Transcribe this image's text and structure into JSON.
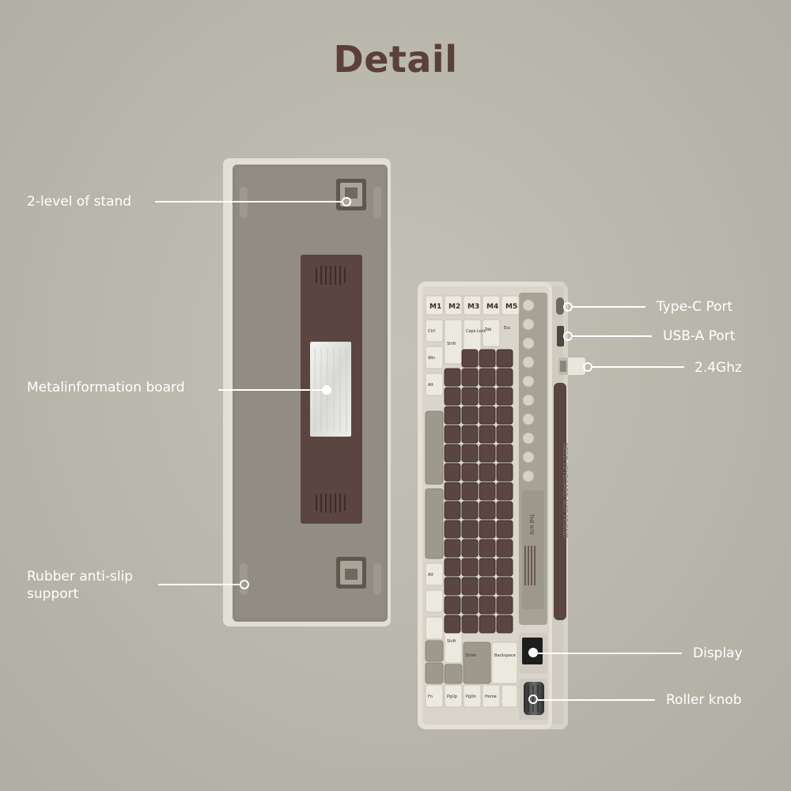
{
  "title": "Detail",
  "back_view": {
    "labels": {
      "stand": "2-level of stand",
      "metal_board": "Metalinformation board",
      "rubber_line1": "Rubber anti-slip",
      "rubber_line2": "support"
    }
  },
  "front_view": {
    "labels": {
      "type_c": "Type-C Port",
      "usb_a": "USB-A Port",
      "ghz": "2.4Ghz",
      "display": "Display",
      "roller": "Roller knob"
    },
    "side_text": "NEED KEYBOARD NOT FRIEND",
    "badge_text": "THE N70",
    "macro_keys": [
      "M1",
      "M2",
      "M3",
      "M4",
      "M5"
    ],
    "left_column_keys": [
      "Ctrl",
      "Win",
      "Alt",
      "Alt",
      "Shift"
    ],
    "legend_keys": [
      "Shift",
      "Caps Lock",
      "Tab",
      "Esc",
      "Enter",
      "Backspace",
      "Fn",
      "PgUp",
      "PgDn",
      "Home"
    ]
  },
  "colors": {
    "background": "#b9b7ab",
    "title": "#5a4039",
    "case_cream": "#dedbd0",
    "case_gray": "#8b877d",
    "brown": "#5a4540",
    "key_cream": "#e7e3d8",
    "key_gray": "#9d998d",
    "label_white": "#ffffff"
  }
}
